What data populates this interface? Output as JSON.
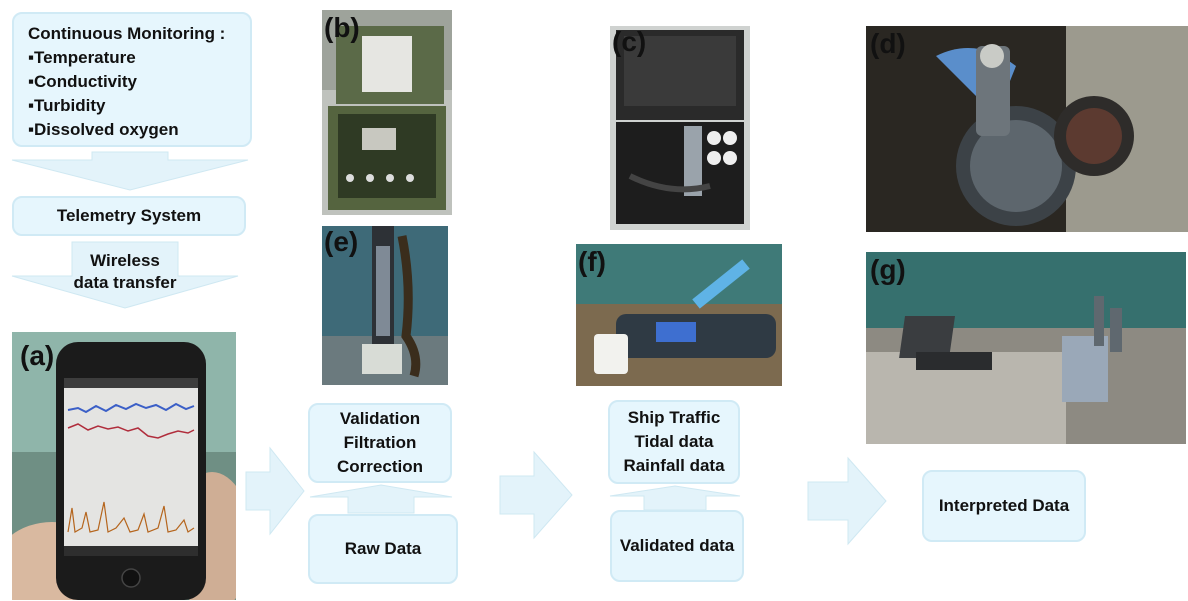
{
  "monitoring": {
    "title": "Continuous Monitoring :",
    "bullet": "▪",
    "items": [
      "Temperature",
      "Conductivity",
      "Turbidity",
      "Dissolved oxygen"
    ]
  },
  "telemetry": {
    "label": "Telemetry System"
  },
  "wireless": {
    "line1": "Wireless",
    "line2": "data transfer"
  },
  "panels": {
    "a": "(a)",
    "b": "(b)",
    "c": "(c)",
    "d": "(d)",
    "e": "(e)",
    "f": "(f)",
    "g": "(g)"
  },
  "validation": {
    "line1": "Validation",
    "line2": "Filtration",
    "line3": "Correction"
  },
  "raw": {
    "label": "Raw Data"
  },
  "context": {
    "line1": "Ship Traffic",
    "line2": "Tidal data",
    "line3": "Rainfall data"
  },
  "validated": {
    "label": "Validated data"
  },
  "interpreted": {
    "label": "Interpreted Data"
  },
  "colors": {
    "box_fill": "#e6f6fd",
    "box_border": "#d0eaf5",
    "arrow_fill": "#e3f3fa",
    "plot_blue": "#3b5fc7",
    "plot_red": "#b02d3c",
    "plot_orange": "#b5651d"
  }
}
